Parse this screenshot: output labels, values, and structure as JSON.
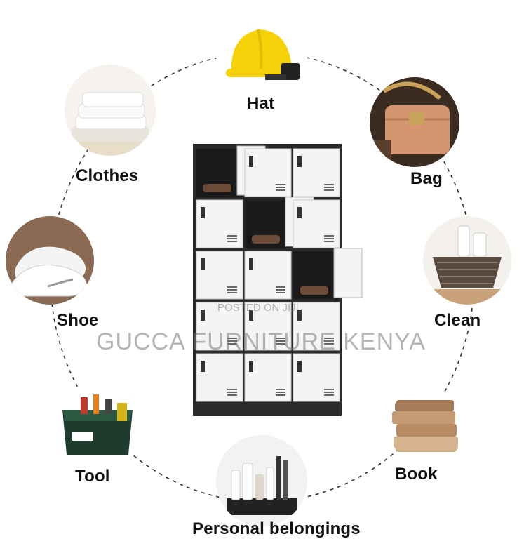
{
  "labels": {
    "hat": "Hat",
    "clothes": "Clothes",
    "bag": "Bag",
    "shoe": "Shoe",
    "clean": "Clean",
    "tool": "Tool",
    "book": "Book",
    "personal": "Personal belongings"
  },
  "watermark": {
    "posted": "POSTED ON JIJI",
    "brand": "GUCCA FURNITURE KENYA"
  },
  "colors": {
    "cabinet_frame": "#2a2a2a",
    "door": "#f4f4f4",
    "hat_yellow": "#f5d10a",
    "dashed_ring": "#333333"
  }
}
